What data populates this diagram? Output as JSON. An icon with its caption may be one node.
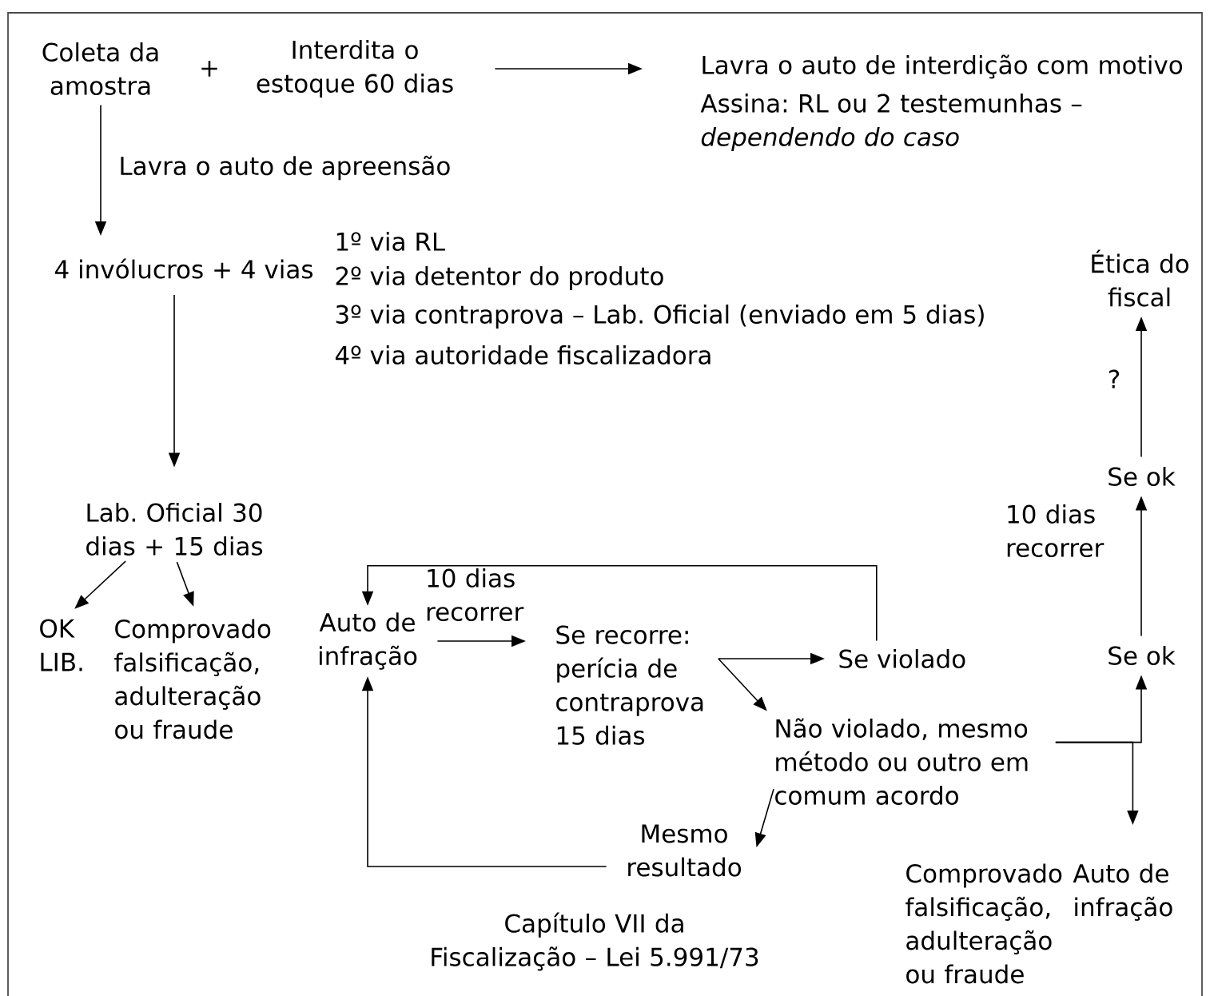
{
  "diagram": {
    "caption": "Capítulo VII da Fiscalização – Lei 5.991/73",
    "nodes": [
      {
        "text": [
          "Coleta da amostra"
        ]
      },
      {
        "text": [
          "Interdita o estoque 60 dias"
        ]
      },
      {
        "text": [
          "Lavra o auto de interdição com motivo",
          "Assina: RL ou 2 testemunhas – *dependendo do caso*"
        ]
      },
      {
        "text": [
          "4 invólucros + 4 vias"
        ]
      },
      {
        "text": [
          "Lab. Oficial 30 dias + 15 dias"
        ]
      },
      {
        "text": [
          "OK LIB."
        ]
      },
      {
        "text": [
          "Comprovado falsificação, adulteração ou fraude"
        ]
      },
      {
        "text": [
          "Auto de infração"
        ]
      },
      {
        "text": [
          "Se recorre: perícia de contraprova 15 dias"
        ]
      },
      {
        "text": [
          "Se violado"
        ]
      },
      {
        "text": [
          "Não violado, mesmo método ou outro em comum acordo"
        ]
      },
      {
        "text": [
          "Mesmo resultado"
        ]
      },
      {
        "text": [
          "Comprovado falsificação, adulteração ou fraude"
        ]
      },
      {
        "text": [
          "Auto de infração"
        ]
      },
      {
        "text": [
          "Se ok"
        ]
      },
      {
        "text": [
          "Se ok"
        ]
      },
      {
        "text": [
          "Ética do fiscal"
        ]
      }
    ],
    "edges": [
      {
        "from": 1,
        "to": 2,
        "arrow": "to"
      },
      {
        "from": 0,
        "to": 3,
        "arrow": "to",
        "label": "Lavra o auto de apreensão"
      },
      {
        "from": 3,
        "to": 4,
        "arrow": "to"
      },
      {
        "from": 4,
        "to": 5,
        "arrow": "to"
      },
      {
        "from": 4,
        "to": 6,
        "arrow": "to"
      },
      {
        "from": 7,
        "to": 8,
        "arrow": "to",
        "label": "10 dias recorrer"
      },
      {
        "from": 8,
        "to": 9,
        "arrow": "to"
      },
      {
        "from": 8,
        "to": 10,
        "arrow": "to"
      },
      {
        "from": 9,
        "to": 7,
        "arrow": "to"
      },
      {
        "from": 10,
        "to": 11,
        "arrow": "to"
      },
      {
        "from": 11,
        "to": 7,
        "arrow": "to"
      },
      {
        "from": 10,
        "to": 14,
        "arrow": "to"
      },
      {
        "from": 10,
        "to": 13,
        "arrow": "to"
      },
      {
        "from": 14,
        "to": 15,
        "arrow": "to",
        "label": "10 dias recorrer"
      },
      {
        "from": 15,
        "to": 16,
        "arrow": "to",
        "label": "?"
      }
    ],
    "labels": [
      "+",
      "1º via RL",
      "2º via detentor do produto",
      "3º via contraprova – Lab. Oficial (enviado em 5 dias)",
      "4º via autoridade fiscalizadora"
    ]
  }
}
